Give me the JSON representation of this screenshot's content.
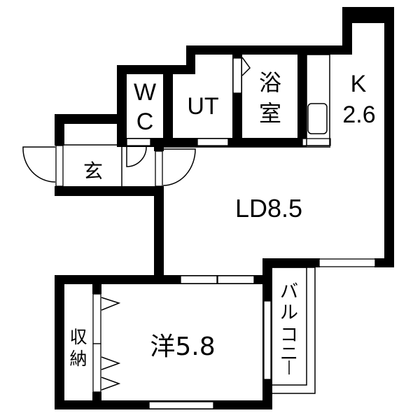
{
  "floor_plan": {
    "rooms": {
      "wc": {
        "line1": "W",
        "line2": "C"
      },
      "ut": {
        "label": "UT"
      },
      "bath": {
        "line1": "浴",
        "line2": "室"
      },
      "kitchen": {
        "line1": "K",
        "line2": "2.6"
      },
      "entrance": {
        "label": "玄"
      },
      "living_dining": {
        "label": "LD8.5"
      },
      "western_room": {
        "label": "洋5.8"
      },
      "storage": {
        "line1": "収",
        "line2": "納"
      },
      "balcony": {
        "chars": [
          "バ",
          "ル",
          "コ",
          "ニ",
          "ー"
        ]
      }
    },
    "colors": {
      "wall": "#000000",
      "background": "#ffffff"
    }
  }
}
